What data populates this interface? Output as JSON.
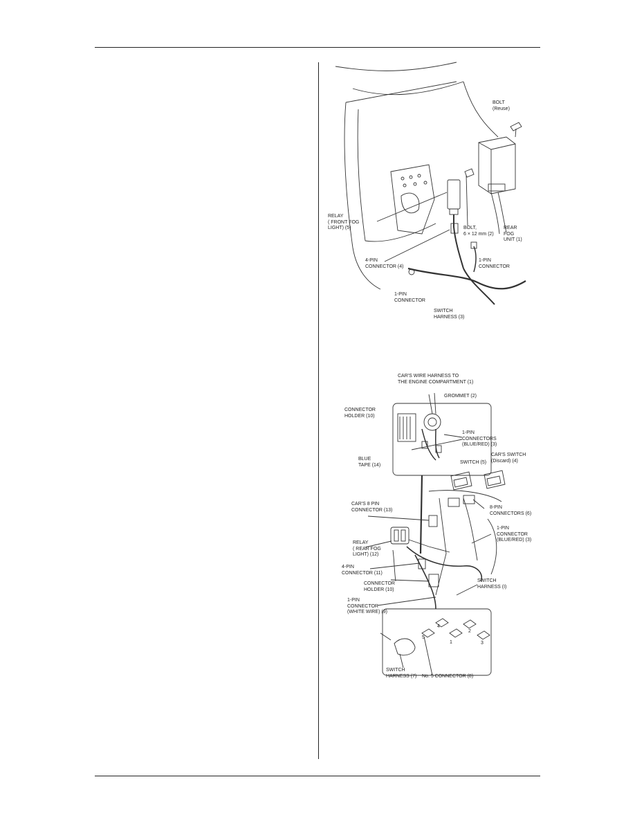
{
  "figure1": {
    "labels": {
      "bolt_reuse": "BOLT\n(Reuse)",
      "relay_front": "RELAY\n( FRONT FOG\nLIGHT) (5)",
      "bolt_6x12": "BOLT,\n6 × 12 mm (2)",
      "rear_fog_unit": "REAR\nFOG\nUNIT (1)",
      "four_pin": "4-PIN\nCONNECTOR (4)",
      "one_pin_right": "1-PIN\nCONNECTOR",
      "one_pin_left": "1-PIN\nCONNECTOR",
      "switch_harness": "SWITCH\nHARNESS (3)"
    }
  },
  "figure2": {
    "labels": {
      "car_wire_harness": "CAR'S WIRE HARNESS TO\nTHE ENGINE COMPARTMENT (1)",
      "grommet": "GROMMET (2)",
      "connector_holder_top": "CONNECTOR\nHOLDER (10)",
      "one_pin_blue_red_top": "1-PIN\nCONNECTORS\n(BLUE/RED) (3)",
      "blue_tape": "BLUE\nTAPE (14)",
      "switch5": "SWITCH (5)",
      "cars_switch": "CAR'S SWITCH\n(Discard) (4)",
      "cars_8pin": "CAR'S 8 PIN\nCONNECTOR (13)",
      "eight_pin": "8-PIN\nCONNECTORS (6)",
      "one_pin_blue_red": "1-PIN\nCONNECTOR\n(BLUE/RED) (3)",
      "relay_rear": "RELAY\n( REAR FOG\nLIGHT) (12)",
      "four_pin_11": "4-PIN\nCONNECTOR (11)",
      "connector_holder_mid": "CONNECTOR\nHOLDER (10)",
      "switch_harness_right": "SWITCH\nHARNESS (I)",
      "one_pin_white": "1-PIN\nCONNECTOR\n(WHITE WIRE) (9)",
      "switch_harness_7": "SWITCH\nHARNESS (7)",
      "no5_connector": "No. 5 CONNECTOR (8)",
      "pin_nums": [
        "5",
        "4",
        "1",
        "2",
        "3"
      ]
    }
  }
}
